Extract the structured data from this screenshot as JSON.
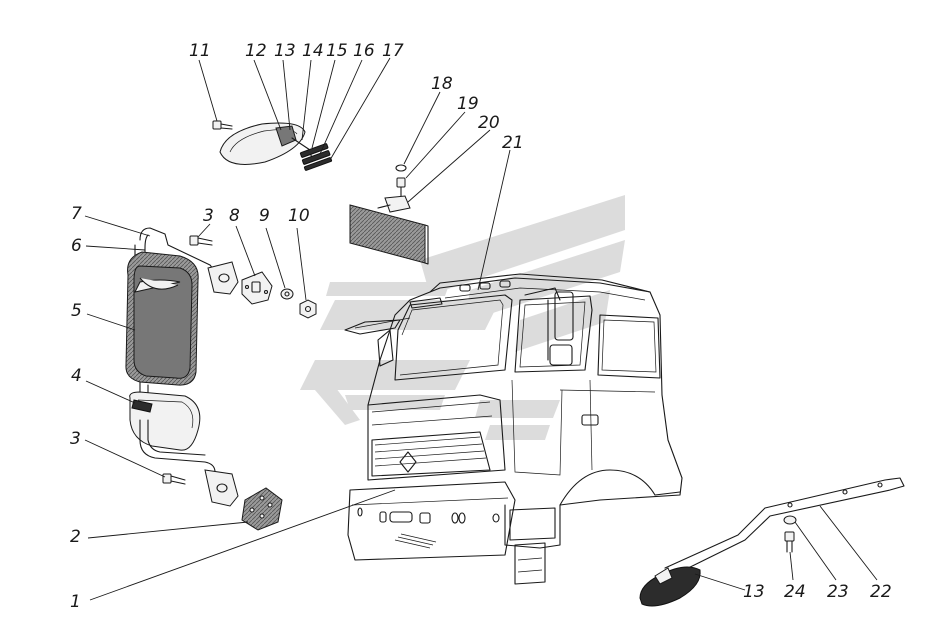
{
  "diagram": {
    "callouts": [
      {
        "id": "c1",
        "label": "1"
      },
      {
        "id": "c2",
        "label": "2"
      },
      {
        "id": "c3a",
        "label": "3"
      },
      {
        "id": "c3b",
        "label": "3"
      },
      {
        "id": "c4",
        "label": "4"
      },
      {
        "id": "c5",
        "label": "5"
      },
      {
        "id": "c6",
        "label": "6"
      },
      {
        "id": "c7",
        "label": "7"
      },
      {
        "id": "c8",
        "label": "8"
      },
      {
        "id": "c9",
        "label": "9"
      },
      {
        "id": "c10",
        "label": "10"
      },
      {
        "id": "c11",
        "label": "11"
      },
      {
        "id": "c12",
        "label": "12"
      },
      {
        "id": "c13a",
        "label": "13"
      },
      {
        "id": "c13b",
        "label": "13"
      },
      {
        "id": "c14",
        "label": "14"
      },
      {
        "id": "c15",
        "label": "15"
      },
      {
        "id": "c16",
        "label": "16"
      },
      {
        "id": "c17",
        "label": "17"
      },
      {
        "id": "c18",
        "label": "18"
      },
      {
        "id": "c19",
        "label": "19"
      },
      {
        "id": "c20",
        "label": "20"
      },
      {
        "id": "c21",
        "label": "21"
      },
      {
        "id": "c22",
        "label": "22"
      },
      {
        "id": "c23",
        "label": "23"
      },
      {
        "id": "c24",
        "label": "24"
      }
    ],
    "watermark_color": "#dcdcdc",
    "line_color": "#1a1a1a"
  }
}
